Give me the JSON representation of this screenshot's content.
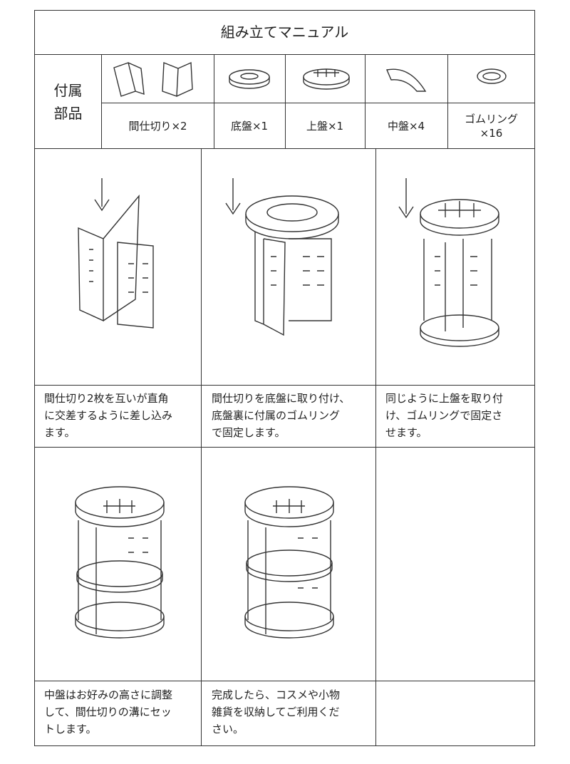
{
  "title": "組み立てマニュアル",
  "parts": {
    "header": [
      "付属",
      "部品"
    ],
    "items": [
      {
        "label": "間仕切り×2",
        "icon": "divider-panels-icon"
      },
      {
        "label": "底盤×1",
        "icon": "base-plate-icon"
      },
      {
        "label": "上盤×1",
        "icon": "top-plate-icon"
      },
      {
        "label": "中盤×4",
        "icon": "middle-plate-icon"
      },
      {
        "label": "ゴムリング",
        "label2": "×16",
        "icon": "rubber-ring-icon"
      }
    ]
  },
  "steps": [
    {
      "lines": [
        "間仕切り2枚を互いが直角",
        "に交差するように差し込み",
        "ます。"
      ]
    },
    {
      "lines": [
        "間仕切りを底盤に取り付け、",
        "底盤裏に付属のゴムリング",
        "で固定します。"
      ]
    },
    {
      "lines": [
        "同じように上盤を取り付",
        "け、ゴムリングで固定さ",
        "せます。"
      ]
    },
    {
      "lines": [
        "中盤はお好みの高さに調整",
        "して、間仕切りの溝にセッ",
        "トします。"
      ]
    },
    {
      "lines": [
        "完成したら、コスメや小物",
        "雑貨を収納してご利用くだ",
        "さい。"
      ]
    }
  ]
}
